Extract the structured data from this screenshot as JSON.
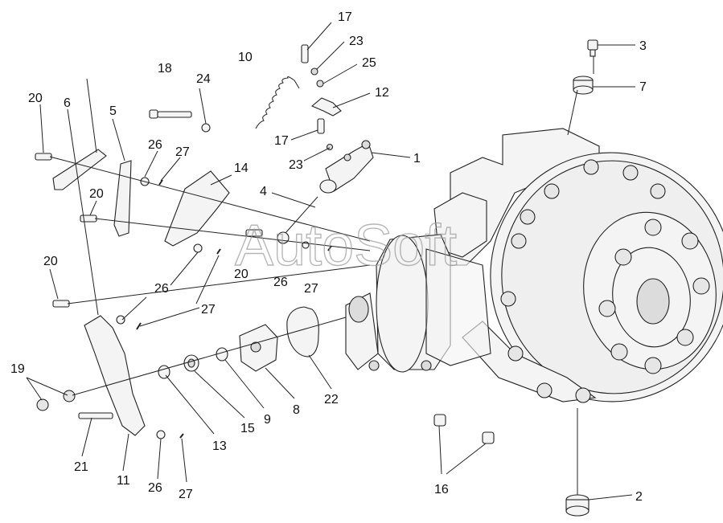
{
  "watermark": "AutoSoft",
  "callouts": [
    {
      "id": "c17a",
      "text": "17"
    },
    {
      "id": "c23a",
      "text": "23"
    },
    {
      "id": "c25",
      "text": "25"
    },
    {
      "id": "c12",
      "text": "12"
    },
    {
      "id": "c3",
      "text": "3"
    },
    {
      "id": "c7",
      "text": "7"
    },
    {
      "id": "c10",
      "text": "10"
    },
    {
      "id": "c18",
      "text": "18"
    },
    {
      "id": "c24",
      "text": "24"
    },
    {
      "id": "c20a",
      "text": "20"
    },
    {
      "id": "c6",
      "text": "6"
    },
    {
      "id": "c5",
      "text": "5"
    },
    {
      "id": "c26a",
      "text": "26"
    },
    {
      "id": "c27a",
      "text": "27"
    },
    {
      "id": "c17b",
      "text": "17"
    },
    {
      "id": "c23b",
      "text": "23"
    },
    {
      "id": "c1",
      "text": "1"
    },
    {
      "id": "c14",
      "text": "14"
    },
    {
      "id": "c20b",
      "text": "20"
    },
    {
      "id": "c4",
      "text": "4"
    },
    {
      "id": "c20c",
      "text": "20"
    },
    {
      "id": "c26b",
      "text": "26"
    },
    {
      "id": "c27b",
      "text": "27"
    },
    {
      "id": "c20d",
      "text": "20"
    },
    {
      "id": "c26c",
      "text": "26"
    },
    {
      "id": "c27c",
      "text": "27"
    },
    {
      "id": "c19",
      "text": "19"
    },
    {
      "id": "c13",
      "text": "13"
    },
    {
      "id": "c15",
      "text": "15"
    },
    {
      "id": "c9",
      "text": "9"
    },
    {
      "id": "c8",
      "text": "8"
    },
    {
      "id": "c22",
      "text": "22"
    },
    {
      "id": "c21",
      "text": "21"
    },
    {
      "id": "c11",
      "text": "11"
    },
    {
      "id": "c26d",
      "text": "26"
    },
    {
      "id": "c27d",
      "text": "27"
    },
    {
      "id": "c16",
      "text": "16"
    },
    {
      "id": "c2",
      "text": "2"
    }
  ]
}
